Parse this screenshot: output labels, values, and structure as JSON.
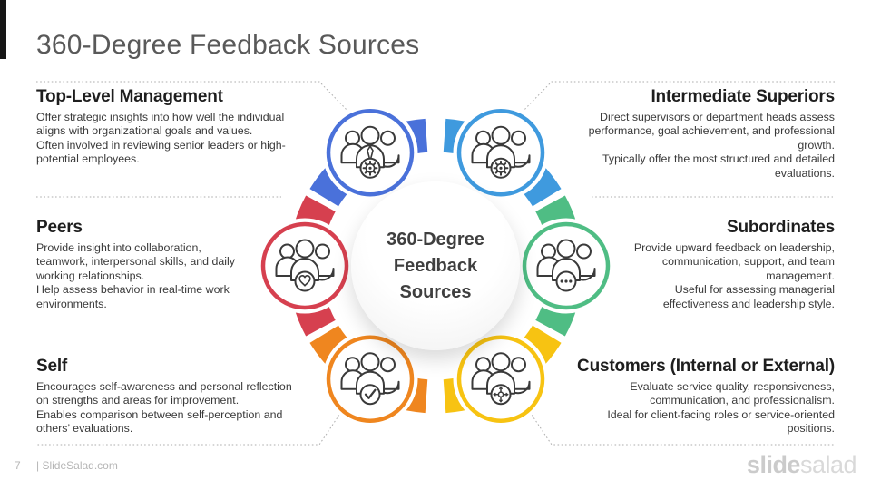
{
  "title": "360-Degree Feedback Sources",
  "center_label": "360-Degree\nFeedback\nSources",
  "sections": [
    {
      "id": "top-level-management",
      "heading": "Top-Level Management",
      "body": "Offer strategic insights into how well the individual\naligns with organizational goals and values.\nOften involved in reviewing senior leaders or high-\npotential employees.",
      "color": "#4a71da",
      "angle": 120,
      "badge": "gear-badge",
      "tie": true
    },
    {
      "id": "peers",
      "heading": "Peers",
      "body": "Provide insight into collaboration,\nteamwork, interpersonal skills, and daily\nworking relationships.\nHelp assess behavior in real-time work\nenvironments.",
      "color": "#d6404f",
      "angle": 180,
      "badge": "heart-badge",
      "tie": false
    },
    {
      "id": "self",
      "heading": "Self",
      "body": "Encourages self-awareness and personal reflection\non strengths and areas for improvement.\nEnables comparison between self-perception and\nothers’ evaluations.",
      "color": "#ef861f",
      "angle": 240,
      "badge": "check-badge",
      "tie": false
    },
    {
      "id": "intermediate-superiors",
      "heading": "Intermediate Superiors",
      "body": "Direct supervisors or department heads assess\nperformance, goal achievement, and professional\ngrowth.\nTypically offer the most structured and detailed\nevaluations.",
      "color": "#3f9ade",
      "angle": 60,
      "badge": "gear-badge",
      "tie": false
    },
    {
      "id": "subordinates",
      "heading": "Subordinates",
      "body": "Provide upward feedback on leadership,\ncommunication, support, and team\nmanagement.\nUseful for assessing managerial\neffectiveness and leadership style.",
      "color": "#4fbd84",
      "angle": 0,
      "badge": "chat-dots-badge",
      "tie": false
    },
    {
      "id": "customers",
      "heading": "Customers (Internal or External)",
      "body": "Evaluate service quality, responsiveness,\ncommunication, and professionalism.\nIdeal for client-facing roles or service-oriented\npositions.",
      "color": "#f7c312",
      "angle": 300,
      "badge": "target-badge",
      "tie": false
    }
  ],
  "footer": {
    "page_number": "7",
    "attribution": "| SlideSalad.com",
    "logo": {
      "bold": "slide",
      "light": "salad"
    }
  }
}
